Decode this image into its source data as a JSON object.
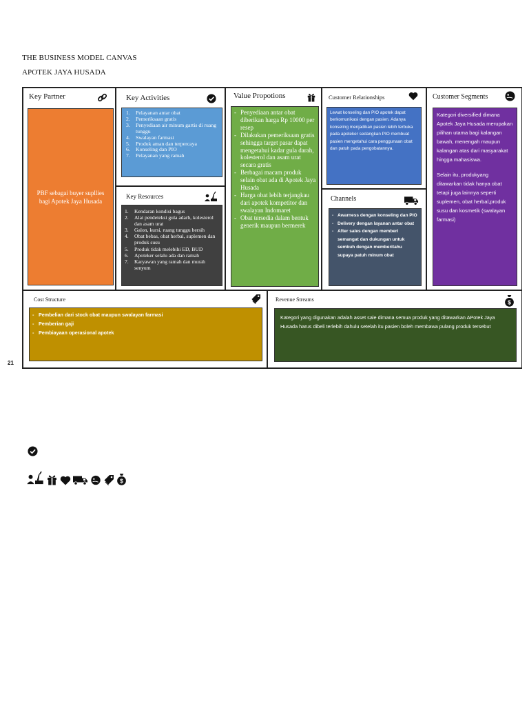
{
  "header": {
    "line1": "THE BUSINESS MODEL CANVAS",
    "line2": "APOTEK JAYA HUSADA"
  },
  "key_partner": {
    "title": "Key Partner",
    "icon": "link-icon",
    "text": "PBF sebagai buyer supllies bagi Apotek Jaya Husada",
    "color": "#ED7D31"
  },
  "key_activities": {
    "title": "Key Activities",
    "icon": "check-circle-icon",
    "items": [
      "Pelayanan antar obat",
      "Pemeriksaan gratis",
      "Penyediaan air minum gartis di ruang tunggu",
      "Swalayan farmasi",
      "Produk aman dan terpercaya",
      "Konseling dan PIO",
      "Pelayanan yang ramah"
    ],
    "color": "#5B9BD5"
  },
  "key_resources": {
    "title": "Key Resources",
    "icon": "worker-icon",
    "items": [
      "Kendaran kondisi bagus",
      "Alat pendeteksi gula adarh, kolesterol dan asam urat",
      "Galon, kursi, ruang tunggu bersih",
      "Obat bebas, obat herbal, suplemen dan produk susu",
      "Produk tidak melebihi ED, BUD",
      "Apoteker selalu ada dan ramah",
      "Karyawan yang ramah dan murah senyum"
    ],
    "color": "#404040"
  },
  "value_propositions": {
    "title": "Value Propotions",
    "icon": "gift-icon",
    "items": [
      "Penyediaan antar obat diberikan harga Rp 10000 per resep",
      "Dilakukan pemeriksaan gratis sehingga target pasar dapat mengetahui kadar gula darah, kolesterol dan asam urat secara gratis",
      "Berbagai macam produk selain obat ada di Apotek Jaya Husada",
      "Harga obat lebih terjangkau dari apotek kompetitor dan swalayan Indomaret",
      "Obat tersedia dalam bentuk generik maupun bermerek"
    ],
    "color": "#70AD47"
  },
  "customer_relationships": {
    "title": "Customer Relationships",
    "icon": "heart-icon",
    "text": "Lewat konseling dan PIO apotek dapat berkomunikasi dengan pasien. Adanya konseling menjadikan pasien lebih terbuka pada apoteker sedangkan PIO membuat pasien mengetahui cara penggunaan obat dan patuh pada pengobatannya.",
    "color": "#4472C4"
  },
  "channels": {
    "title": "Channels",
    "icon": "truck-icon",
    "items": [
      "Awarness dengan konseling dan PIO",
      "Delivery dengan layanan antar obat",
      "After sales dengan memberi semangat dan dukungan untuk sembuh dengan memberitahu supaya patuh minum obat"
    ],
    "color": "#44546A"
  },
  "customer_segments": {
    "title": "Customer Segments",
    "icon": "user-head-icon",
    "para1": "Kategori diversified dimana Apotek Jaya Husada merupakan pilihan utama bagi kalangan bawah, menengah maupun kalangan atas dari masyarakat hingga mahasiswa.",
    "para2": "Selain itu, produkyang ditawarkan tidak hanya obat tetapi juga lainnya seperti suplemen, obat herbal,produk susu dan kosmetik (swalayan farmasi)",
    "color": "#7030A0"
  },
  "cost_structure": {
    "title": "Cost Structure",
    "icon": "tags-icon",
    "items": [
      "Pembelian dari stock obat maupun swalayan farmasi",
      "Pemberian gaji",
      "Pembiayaan operasional apotek"
    ],
    "color": "#BF9000"
  },
  "revenue_streams": {
    "title": "Revenue Streams",
    "icon": "money-bag-icon",
    "text": "Kategori yang digunakan adalah asset sale dimana semua produk yang ditawarkan APotek Jaya Husada harus dibeli terlebih dahulu setelah itu pasien boleh membawa pulang produk tersebut",
    "color": "#375623"
  },
  "page_number": "21"
}
